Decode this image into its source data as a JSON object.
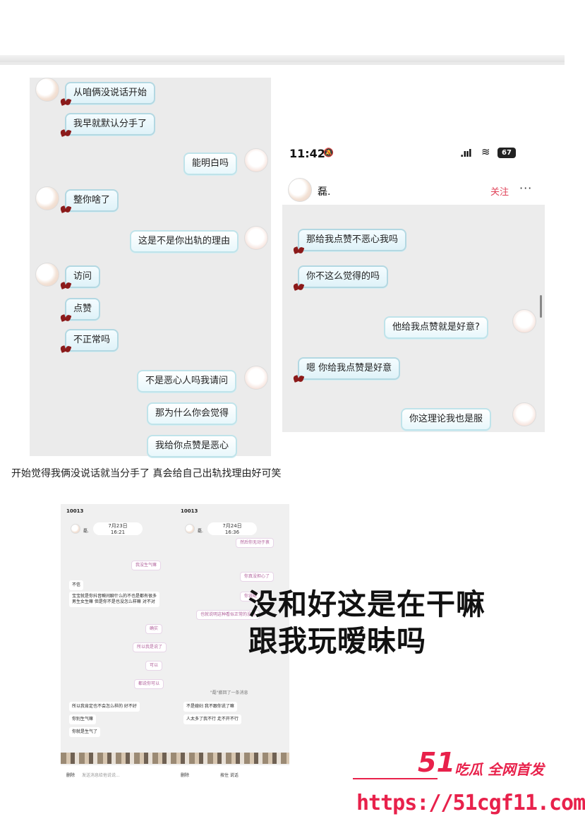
{
  "shot1": {
    "bubbles": [
      {
        "text": "从咱俩没说话开始",
        "side": "left"
      },
      {
        "text": "我早就默认分手了",
        "side": "left"
      },
      {
        "text": "能明白吗",
        "side": "right"
      },
      {
        "text": "整你啥了",
        "side": "left"
      },
      {
        "text": "这是不是你出轨的理由",
        "side": "right"
      },
      {
        "text": "访问",
        "side": "left"
      },
      {
        "text": "点赞",
        "side": "left"
      },
      {
        "text": "不正常吗",
        "side": "left"
      },
      {
        "text": "不是恶心人吗我请问",
        "side": "right"
      },
      {
        "text": "那为什么你会觉得",
        "side": "right"
      },
      {
        "text": "我给你点赞是恶心",
        "side": "right"
      }
    ]
  },
  "shot2": {
    "time": "11:42",
    "battery": "67",
    "contact_name": "磊.",
    "follow_label": "关注",
    "more_label": "···",
    "bubbles": [
      {
        "text": "那给我点赞不恶心我吗",
        "side": "left"
      },
      {
        "text": "你不这么觉得的吗",
        "side": "left"
      },
      {
        "text": "他给我点赞就是好意?",
        "side": "right"
      },
      {
        "text": "嗯 你给我点赞是好意",
        "side": "left"
      },
      {
        "text": "你这理论我也是服",
        "side": "right"
      }
    ]
  },
  "caption1": "开始觉得我俩没说话就当分手了 真会给自己出轨找理由好可笑",
  "shot3": {
    "left_panel": {
      "status": "10013",
      "contact": "磊.",
      "date": "7月23日",
      "date_sub": "16:21",
      "items": [
        {
          "text": "我没生气嘛",
          "kind": "right-bubble"
        },
        {
          "text": "不信",
          "kind": "left-text"
        },
        {
          "text": "宝宝就是你抖音瞬间聊什么的不也是都有很多男生女生嘛 但是你不是也没怎么样嘛 对不对",
          "kind": "left-text"
        },
        {
          "text": "确实",
          "kind": "right-bubble"
        },
        {
          "text": "所以我是说了",
          "kind": "right-bubble"
        },
        {
          "text": "可以",
          "kind": "right-bubble"
        },
        {
          "text": "都说你可以",
          "kind": "right-bubble"
        },
        {
          "text": "所以我肯定也不会怎么样的 好不好",
          "kind": "left-text"
        },
        {
          "text": "你别生气嘛",
          "kind": "left-text"
        },
        {
          "text": "你就是生气了",
          "kind": "left-text"
        }
      ],
      "input_placeholder": "发送消息给他说说...",
      "delete_label": "删除"
    },
    "right_panel": {
      "status": "10013",
      "contact": "磊.",
      "date": "7月24日",
      "date_sub": "16:36",
      "items": [
        {
          "text": "然后你无动于衷",
          "kind": "right-bubble"
        },
        {
          "text": "你真没担心了",
          "kind": "right-bubble"
        },
        {
          "text": "你说呢",
          "kind": "right-bubble"
        },
        {
          "text": "也就说明这种看似正常的没啥",
          "kind": "right-bubble"
        },
        {
          "text": "不是媳妇 我不跟你说了嘛",
          "kind": "left-text"
        },
        {
          "text": "人太多了我不行 走不开不行",
          "kind": "left-text"
        },
        {
          "text": "\"磊\"撤回了一条消息",
          "kind": "system"
        }
      ],
      "hold_label": "按住 说话",
      "delete_label": "删除"
    }
  },
  "overlay_text": [
    "没和好这是在干嘛",
    "跟我玩暧昧吗"
  ],
  "watermark": {
    "number": "51",
    "tagline": "吃瓜 全网首发",
    "url": "https://51cgf11.com"
  }
}
